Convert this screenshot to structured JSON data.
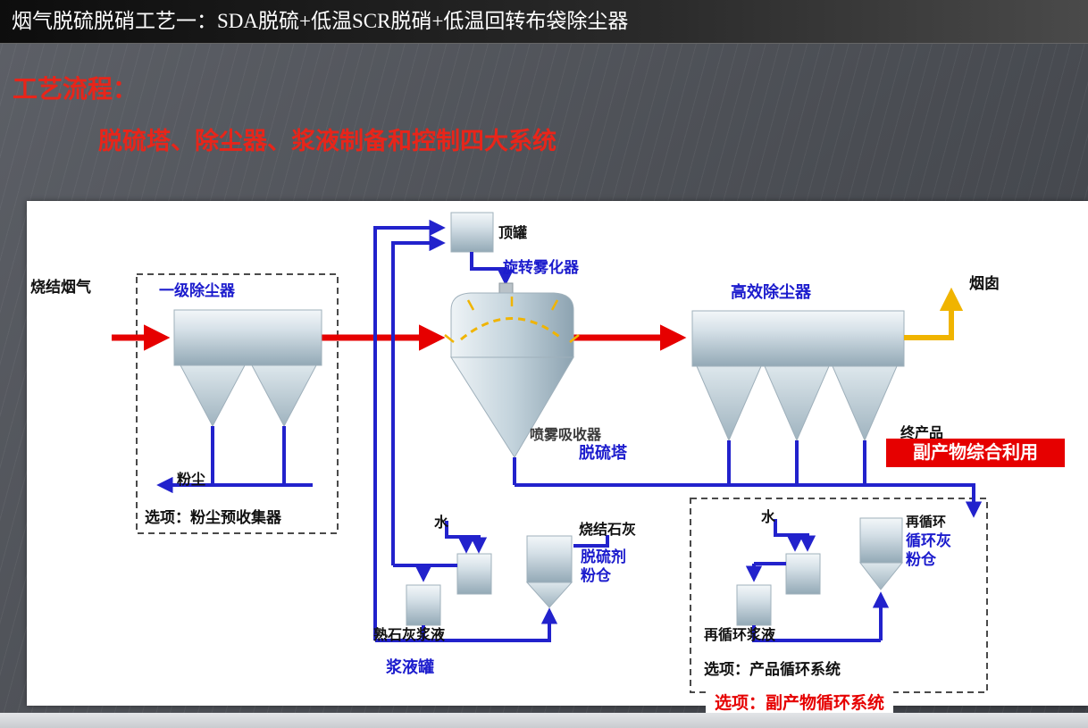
{
  "header": {
    "title": "烟气脱硫脱硝工艺一：SDA脱硫+低温SCR脱硝+低温回转布袋除尘器"
  },
  "intro": {
    "line1": "工艺流程：",
    "line2": "脱硫塔、除尘器、浆液制备和控制四大系统"
  },
  "diagram": {
    "labels": {
      "sinter_gas": "烧结烟气",
      "stage1_collector": "一级除尘器",
      "top_tank": "顶罐",
      "rotary_atomizer": "旋转雾化器",
      "spray_absorber": "喷雾吸收器",
      "sda_tower": "脱硫塔",
      "high_eff_collector": "高效除尘器",
      "chimney": "烟囱",
      "final_product": "终产品",
      "byproduct_use": "副产物综合利用",
      "dust": "粉尘",
      "option_precollector": "选项：粉尘预收集器",
      "water_left": "水",
      "sinter_lime": "烧结石灰",
      "desulfurizer_bin_line1": "脱硫剂",
      "desulfurizer_bin_line2": "粉仓",
      "slaked_lime_slurry": "熟石灰浆液",
      "slurry_tank": "浆液罐",
      "water_right": "水",
      "recirc": "再循环",
      "recirc_ash_bin_line1": "循环灰",
      "recirc_ash_bin_line2": "粉仓",
      "recirc_slurry": "再循环浆液",
      "option_product_recirc": "选项：产品循环系统",
      "option_byproduct_recirc": "选项：副产物循环系统"
    },
    "colors": {
      "flow_red": "#e60000",
      "flow_blue": "#2222cc",
      "flow_yellow": "#f0b400",
      "label_blue": "#1c1ccd",
      "byproduct_bg": "#e60000"
    }
  }
}
